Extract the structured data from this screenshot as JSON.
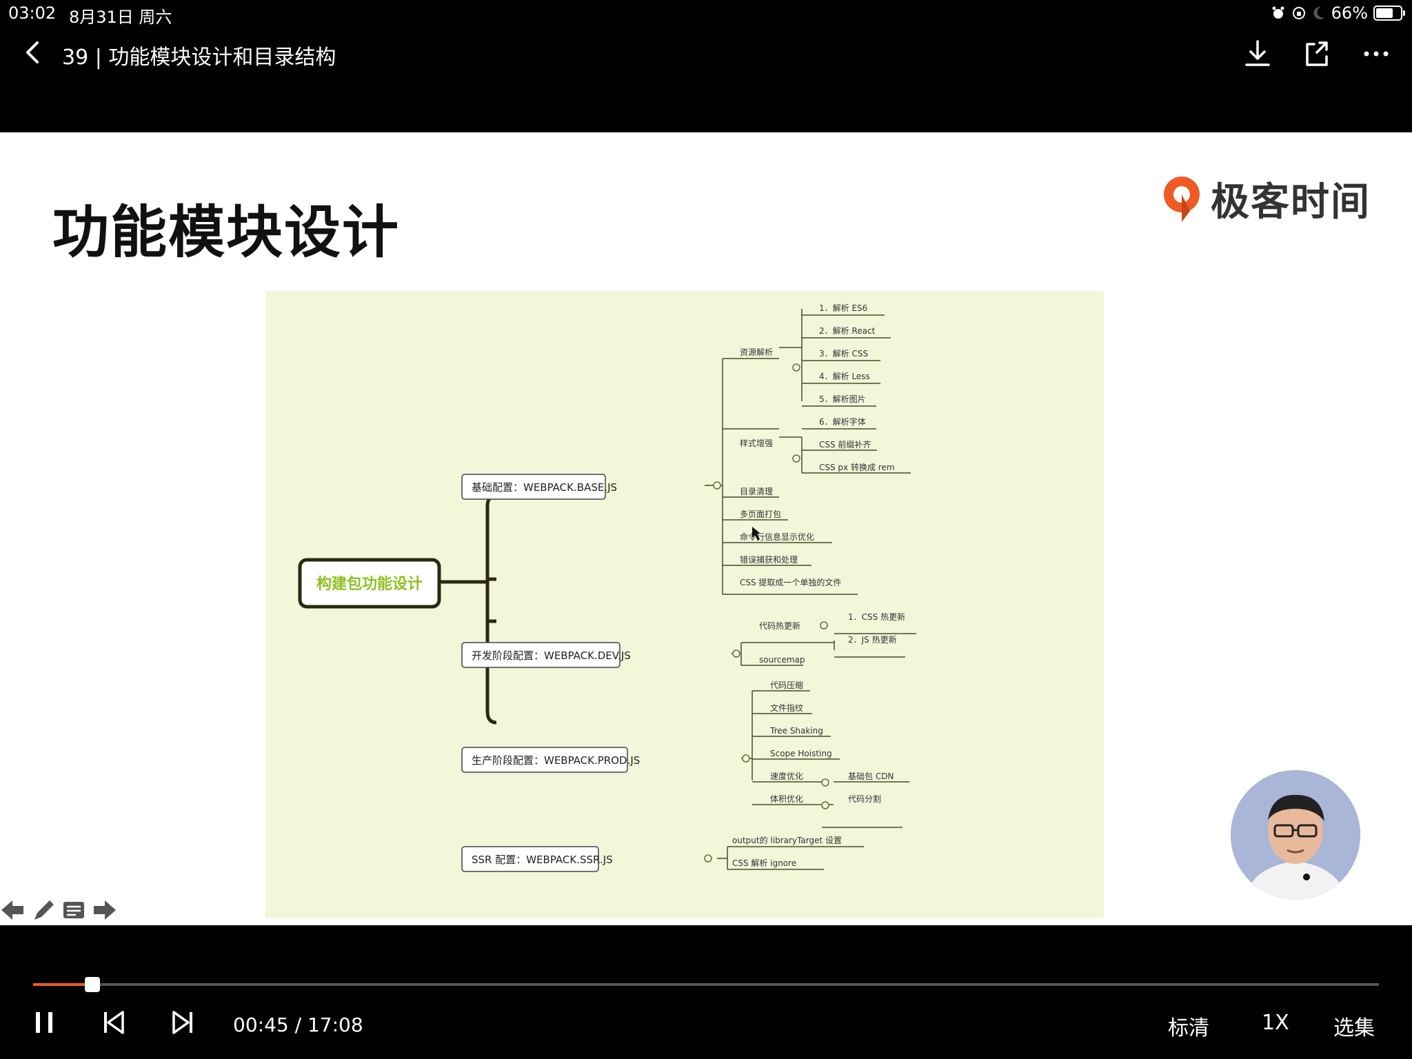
{
  "status_bar": {
    "time": "03:02",
    "date": "8月31日 周六",
    "battery": "66%",
    "battery_level": 0.66
  },
  "nav": {
    "title": "39 | 功能模块设计和目录结构",
    "icons": [
      "back-icon",
      "download-icon",
      "share-icon",
      "more-icon"
    ]
  },
  "slide": {
    "heading": "功能模块设计",
    "logo_text": "极客时间",
    "logo_color": "#f05a24",
    "mindmap": {
      "root": "构建包功能设计",
      "root_color": "#8dc21f",
      "base": {
        "label": "基础配置：WEBPACK.BASE.JS",
        "resource_parse": {
          "label": "资源解析",
          "items": [
            "1．解析 ES6",
            "2．解析 React",
            "3．解析 CSS",
            "4．解析 Less",
            "5．解析图片",
            "6．解析字体"
          ]
        },
        "style_enhance": {
          "label": "样式增强",
          "items": [
            "CSS 前缀补齐",
            "CSS px 转换成 rem"
          ]
        },
        "others": [
          "目录清理",
          "多页面打包",
          "命令行信息显示优化",
          "错误捕获和处理",
          "CSS 提取成一个单独的文件"
        ]
      },
      "dev": {
        "label": "开发阶段配置：WEBPACK.DEV.JS",
        "hmr": {
          "label": "代码热更新",
          "items": [
            "1．CSS 热更新",
            "2．JS 热更新"
          ]
        },
        "sourcemap": "sourcemap"
      },
      "prod": {
        "label": "生产阶段配置：WEBPACK.PROD.JS",
        "items": [
          "代码压缩",
          "文件指纹",
          "Tree Shaking",
          "Scope Hoisting"
        ],
        "speed": {
          "label": "速度优化",
          "item": "基础包 CDN"
        },
        "size": {
          "label": "体积优化",
          "item": "代码分割"
        }
      },
      "ssr": {
        "label": "SSR 配置：WEBPACK.SSR.JS",
        "items": [
          "output的 libraryTarget 设置",
          "CSS 解析 ignore"
        ]
      }
    }
  },
  "player": {
    "current_time": "00:45",
    "separator": "/",
    "duration": "17:08",
    "progress": 0.044,
    "quality": "标清",
    "speed": "1X",
    "episodes": "选集",
    "accent_color": "#f05a24"
  }
}
